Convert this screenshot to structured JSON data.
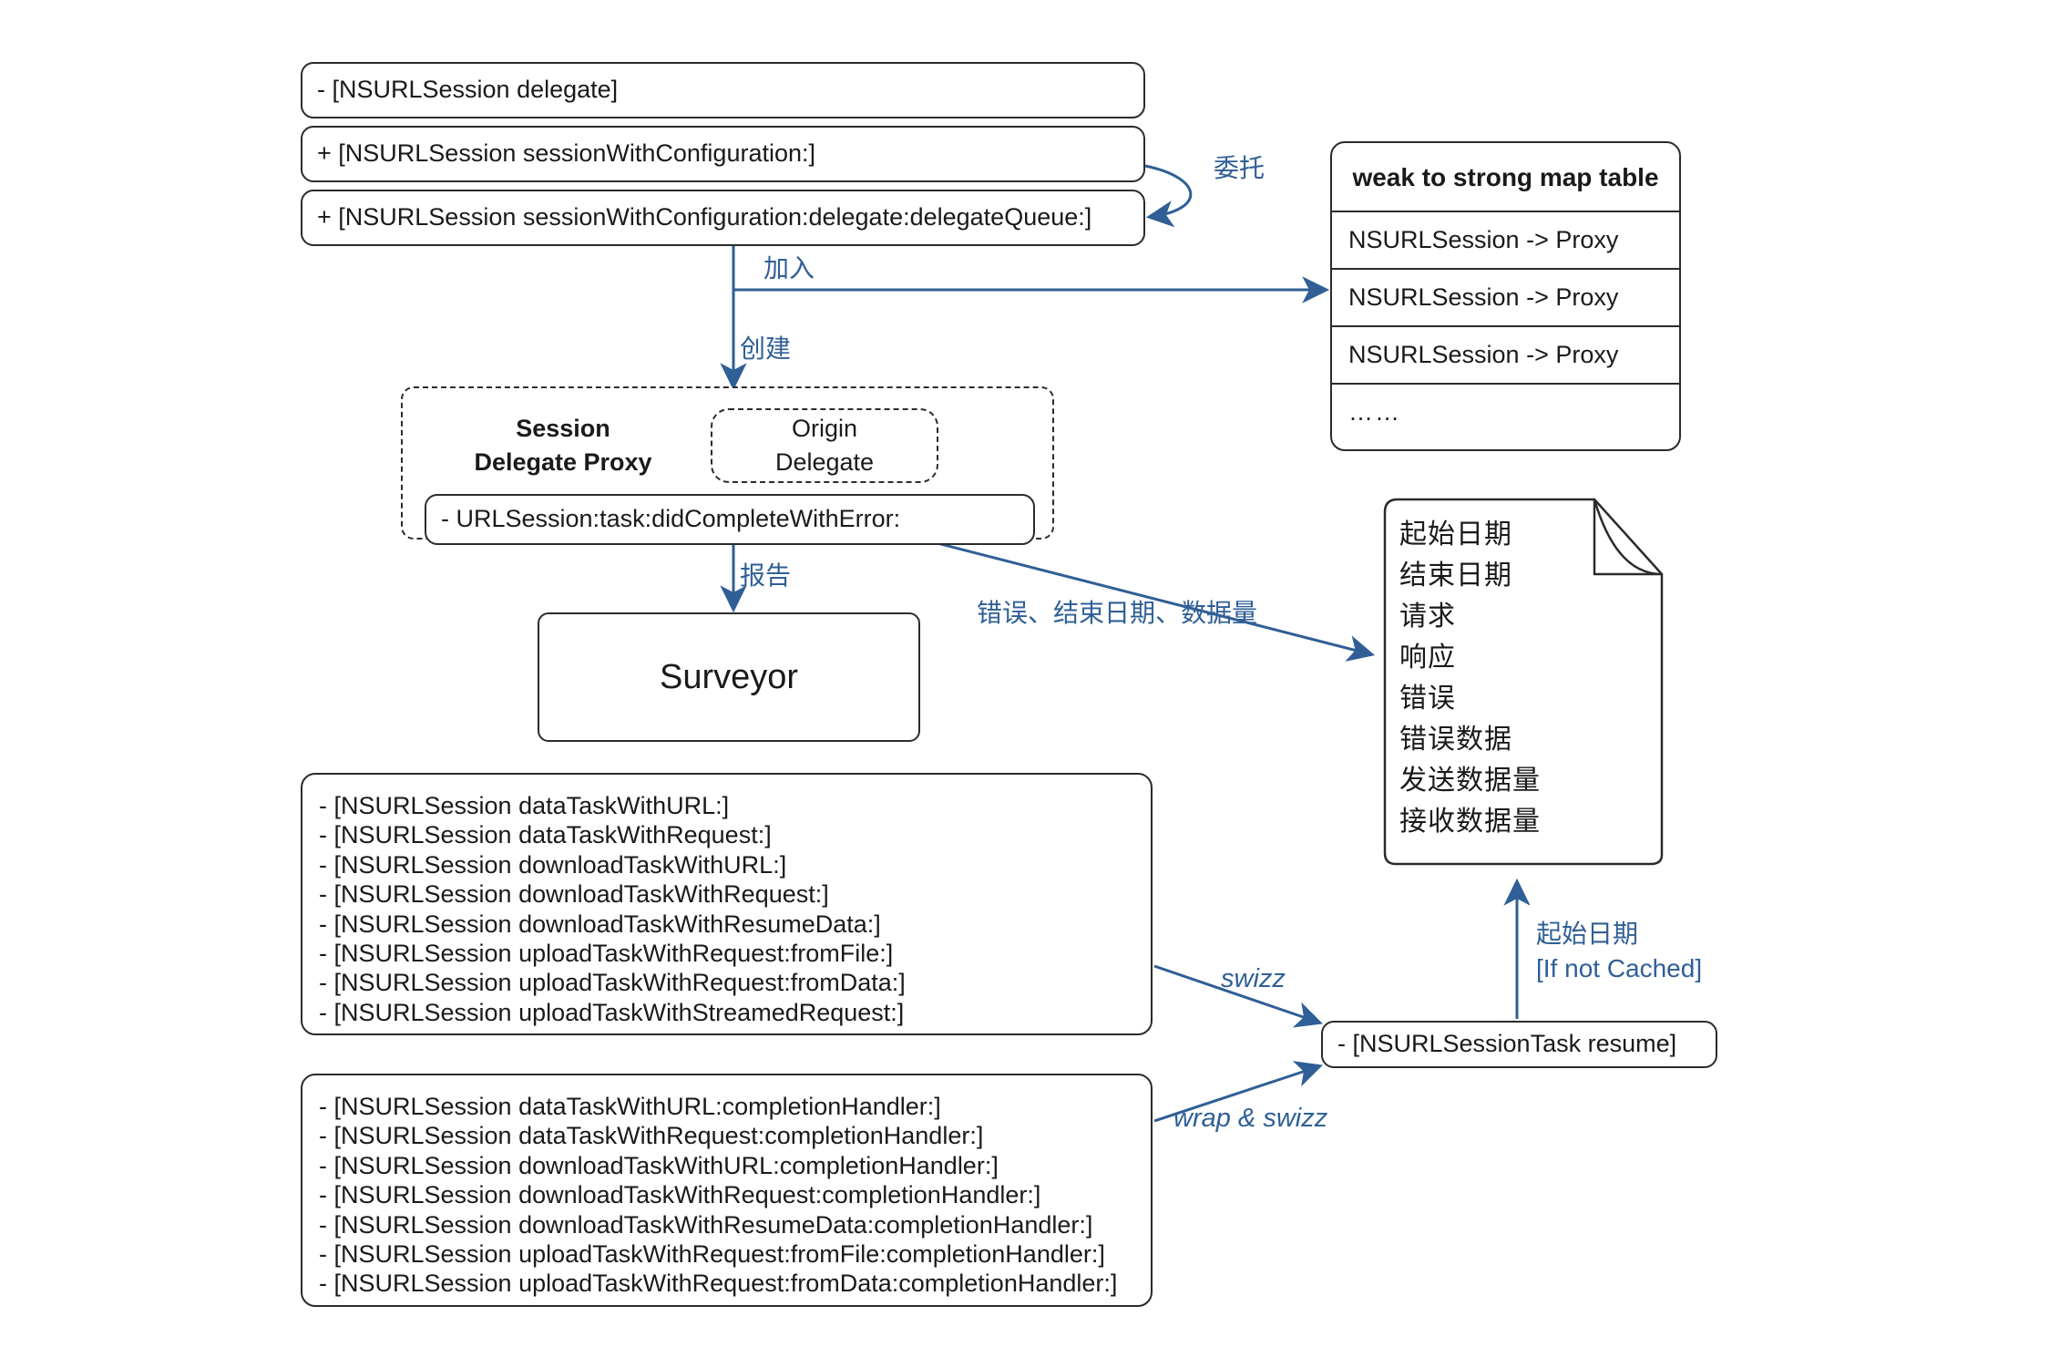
{
  "diagram": {
    "title": "NSURLSession swizzling / delegate proxy architecture",
    "accent_blue": "#2f5f96",
    "line_color": "#2b2b2b"
  },
  "session_api_boxes": [
    {
      "id": "delegate",
      "label": "- [NSURLSession delegate]"
    },
    {
      "id": "session_config",
      "label": "+ [NSURLSession sessionWithConfiguration:]"
    },
    {
      "id": "session_config_delegate",
      "label": "+ [NSURLSession sessionWithConfiguration:delegate:delegateQueue:]"
    }
  ],
  "map_table": {
    "header": "weak to strong map table",
    "rows": [
      "NSURLSession -> Proxy",
      "NSURLSession -> Proxy",
      "NSURLSession -> Proxy",
      "……"
    ]
  },
  "proxy_group": {
    "title_line1": "Session",
    "title_line2": "Delegate Proxy",
    "origin_line1": "Origin",
    "origin_line2": "Delegate",
    "method": "- URLSession:task:didCompleteWithError:"
  },
  "surveyor": {
    "label": "Surveyor"
  },
  "note": {
    "lines": [
      "起始日期",
      "结束日期",
      "请求",
      "响应",
      "错误",
      "错误数据",
      "发送数据量",
      "接收数据量"
    ]
  },
  "task_methods": {
    "lines": [
      "- [NSURLSession dataTaskWithURL:]",
      "- [NSURLSession dataTaskWithRequest:]",
      "- [NSURLSession downloadTaskWithURL:]",
      "- [NSURLSession downloadTaskWithRequest:]",
      "- [NSURLSession downloadTaskWithResumeData:]",
      "- [NSURLSession uploadTaskWithRequest:fromFile:]",
      "- [NSURLSession uploadTaskWithRequest:fromData:]",
      "- [NSURLSession uploadTaskWithStreamedRequest:]"
    ]
  },
  "handler_methods": {
    "lines": [
      "- [NSURLSession dataTaskWithURL:completionHandler:]",
      "- [NSURLSession dataTaskWithRequest:completionHandler:]",
      "- [NSURLSession downloadTaskWithURL:completionHandler:]",
      "- [NSURLSession downloadTaskWithRequest:completionHandler:]",
      "- [NSURLSession downloadTaskWithResumeData:completionHandler:]",
      "- [NSURLSession uploadTaskWithRequest:fromFile:completionHandler:]",
      "- [NSURLSession uploadTaskWithRequest:fromData:completionHandler:]"
    ]
  },
  "resume_box": {
    "label": "- [NSURLSessionTask resume]"
  },
  "edge_labels": {
    "delegate": "委托",
    "join": "加入",
    "create": "创建",
    "report": "报告",
    "error_end_data": "错误、结束日期、数据量",
    "swizz": "swizz",
    "wrap_swizz": "wrap & swizz",
    "start_date": "起始日期",
    "if_not_cached": "[If not Cached]"
  }
}
